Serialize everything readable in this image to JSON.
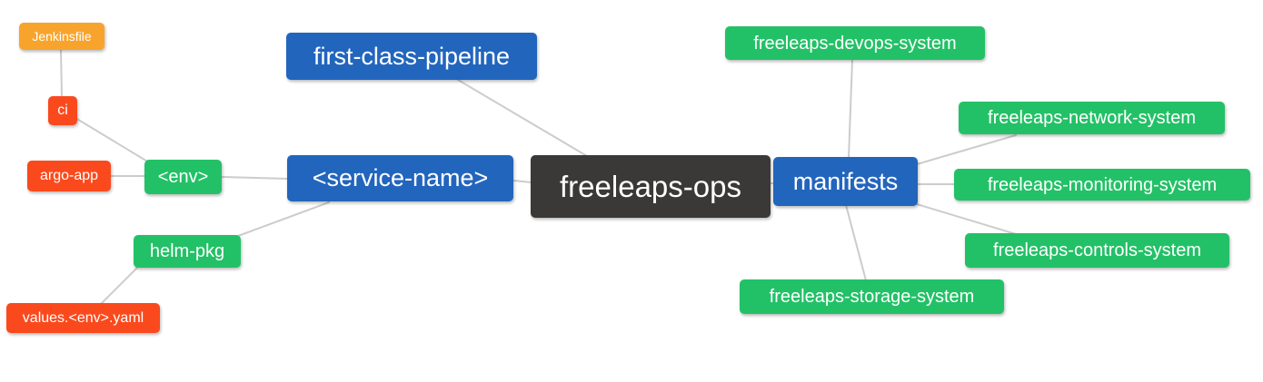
{
  "diagram": {
    "type": "mindmap",
    "root": "freeleaps_ops",
    "nodes": {
      "jenkinsfile": {
        "label": "Jenkinsfile",
        "color_role": "orange"
      },
      "ci": {
        "label": "ci",
        "color_role": "red"
      },
      "argo_app": {
        "label": "argo-app",
        "color_role": "red"
      },
      "env": {
        "label": "<env>",
        "color_role": "green"
      },
      "first_class_pipeline": {
        "label": "first-class-pipeline",
        "color_role": "blue"
      },
      "service_name": {
        "label": "<service-name>",
        "color_role": "blue"
      },
      "freeleaps_ops": {
        "label": "freeleaps-ops",
        "color_role": "dark"
      },
      "manifests": {
        "label": "manifests",
        "color_role": "blue"
      },
      "helm_pkg": {
        "label": "helm-pkg",
        "color_role": "green"
      },
      "values_env_yaml": {
        "label": "values.<env>.yaml",
        "color_role": "red"
      },
      "devops_system": {
        "label": "freeleaps-devops-system",
        "color_role": "green"
      },
      "network_system": {
        "label": "freeleaps-network-system",
        "color_role": "green"
      },
      "monitoring_system": {
        "label": "freeleaps-monitoring-system",
        "color_role": "green"
      },
      "controls_system": {
        "label": "freeleaps-controls-system",
        "color_role": "green"
      },
      "storage_system": {
        "label": "freeleaps-storage-system",
        "color_role": "green"
      }
    },
    "edges": [
      {
        "from": "jenkinsfile",
        "to": "ci"
      },
      {
        "from": "ci",
        "to": "env"
      },
      {
        "from": "argo_app",
        "to": "env"
      },
      {
        "from": "env",
        "to": "service_name"
      },
      {
        "from": "service_name",
        "to": "freeleaps_ops"
      },
      {
        "from": "first_class_pipeline",
        "to": "freeleaps_ops"
      },
      {
        "from": "service_name",
        "to": "helm_pkg"
      },
      {
        "from": "helm_pkg",
        "to": "values_env_yaml"
      },
      {
        "from": "freeleaps_ops",
        "to": "manifests"
      },
      {
        "from": "manifests",
        "to": "devops_system"
      },
      {
        "from": "manifests",
        "to": "network_system"
      },
      {
        "from": "manifests",
        "to": "monitoring_system"
      },
      {
        "from": "manifests",
        "to": "controls_system"
      },
      {
        "from": "manifests",
        "to": "storage_system"
      }
    ],
    "palette": {
      "blue": "#2265bd",
      "green": "#23c167",
      "red": "#fa4a1d",
      "orange": "#f8a42c",
      "dark": "#3b3937",
      "connector": "#cccccc",
      "text": "#ffffff",
      "background": "#ffffff"
    }
  }
}
